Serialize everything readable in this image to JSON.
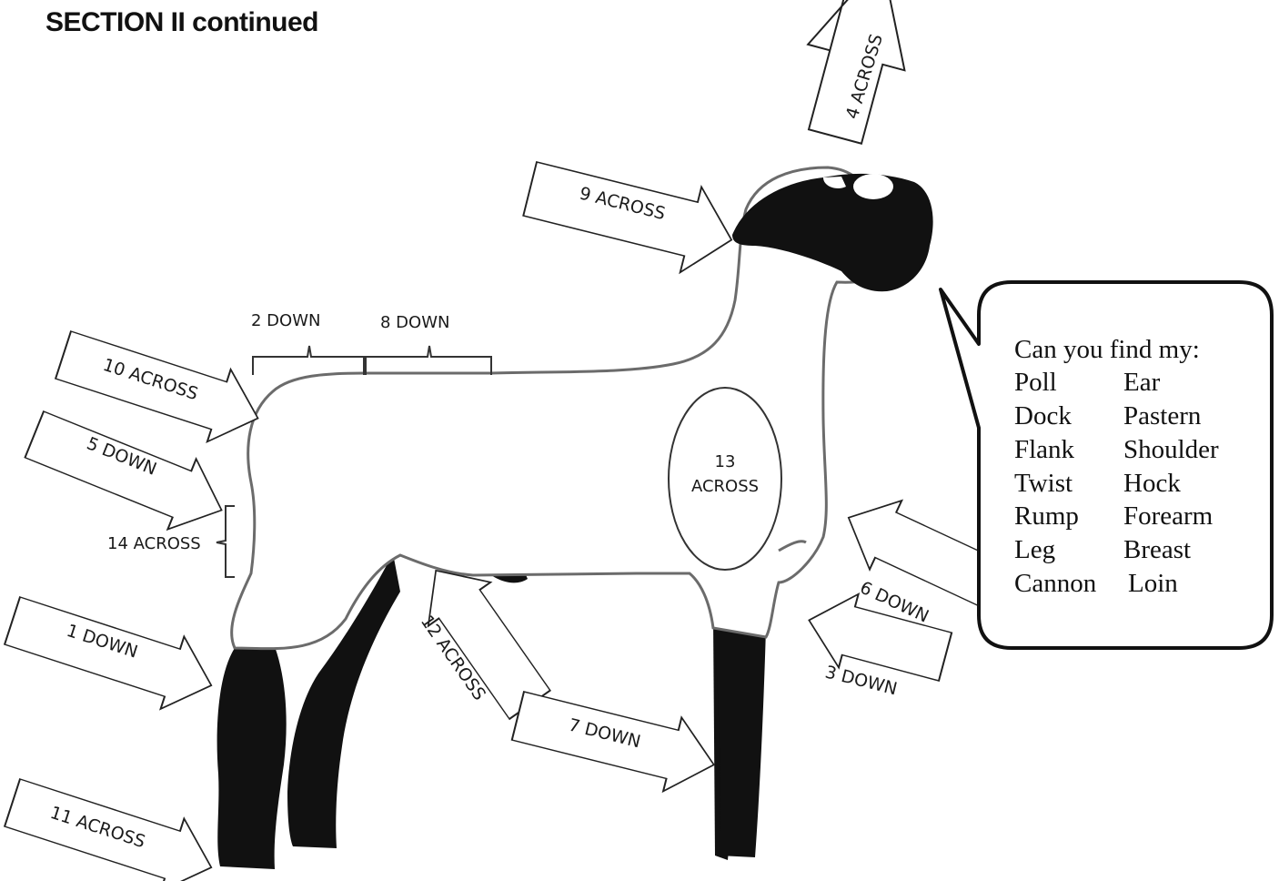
{
  "page_title": "SECTION II continued",
  "labels": {
    "four_across": "4 ACROSS",
    "nine_across": "9 ACROSS",
    "two_down": "2 DOWN",
    "eight_down": "8 DOWN",
    "ten_across": "10 ACROSS",
    "five_down": "5 DOWN",
    "fourteen_across": "14 ACROSS",
    "thirteen_across_l1": "13",
    "thirteen_across_l2": "ACROSS",
    "one_down": "1 DOWN",
    "twelve_across": "12 ACROSS",
    "seven_down": "7 DOWN",
    "six_down": "6 DOWN",
    "three_down": "3 DOWN",
    "eleven_across": "11 ACROSS"
  },
  "bubble": {
    "heading": "Can you find my:",
    "rows": [
      {
        "left": "Poll",
        "right": "Ear"
      },
      {
        "left": "Dock",
        "right": "Pastern"
      },
      {
        "left": "Flank",
        "right": "Shoulder"
      },
      {
        "left": "Twist",
        "right": "Hock"
      },
      {
        "left": "Rump",
        "right": "Forearm"
      },
      {
        "left": "Leg",
        "right": "Breast"
      },
      {
        "left": "Cannon",
        "right": "Loin"
      }
    ]
  }
}
